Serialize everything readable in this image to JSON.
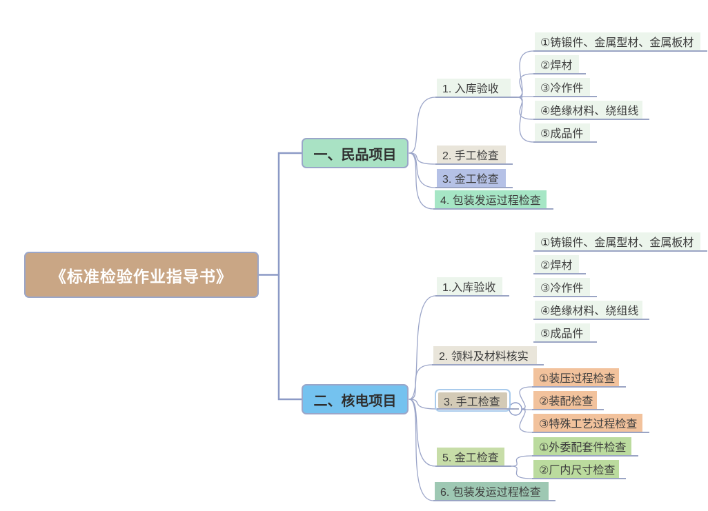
{
  "mindmap": {
    "title": "标准检验作业指导书 思维导图",
    "collapse_handle": {
      "state": "expanded",
      "symbol": "−"
    },
    "colors": {
      "root_fill": "#c9a685",
      "branch_civil_fill": "#a9e2c4",
      "branch_nuclear_fill": "#74c2ef",
      "pale_green_fill": "#ecf5ec",
      "warm_gray_fill": "#e9e5da",
      "periwinkle_fill": "#b5c1e6",
      "mint_fill": "#a6e6c5",
      "khaki_fill": "#d3cab6",
      "orange_fill": "#f2c29c",
      "sage_fill": "#c7dda8",
      "light_green_fill": "#bbdb9e",
      "teal_fill": "#9ec8b3",
      "border": "#9aa6c9",
      "wire": "#9aa4c8",
      "trunk": "#8c9ac6",
      "selection": "#a9cbec"
    },
    "nodes": [
      {
        "id": "root",
        "kind": "root",
        "parent": null,
        "label": "《标准检验作业指导书》",
        "fill": "#c9a685"
      },
      {
        "id": "b1",
        "kind": "branch",
        "parent": "root",
        "label": "一、民品项目",
        "fill": "#a9e2c4"
      },
      {
        "id": "b2",
        "kind": "branch",
        "parent": "root",
        "label": "二、核电项目",
        "fill": "#74c2ef"
      },
      {
        "id": "c1",
        "kind": "leaf",
        "parent": "b1",
        "label": "1. 入库验收",
        "fill": "#ecf5ec"
      },
      {
        "id": "c2",
        "kind": "leaf",
        "parent": "b1",
        "label": "2. 手工检查",
        "fill": "#e9e5da"
      },
      {
        "id": "c3",
        "kind": "leaf",
        "parent": "b1",
        "label": "3. 金工检查",
        "fill": "#b5c1e6"
      },
      {
        "id": "c4",
        "kind": "leaf",
        "parent": "b1",
        "label": "4. 包装发运过程检查",
        "fill": "#a6e6c5"
      },
      {
        "id": "g1",
        "kind": "leaf",
        "parent": "c1",
        "label": "①铸锻件、金属型材、金属板材",
        "fill": "#ecf5ec"
      },
      {
        "id": "g2",
        "kind": "leaf",
        "parent": "c1",
        "label": "②焊材",
        "fill": "#ecf5ec"
      },
      {
        "id": "g3",
        "kind": "leaf",
        "parent": "c1",
        "label": "③冷作件",
        "fill": "#ecf5ec"
      },
      {
        "id": "g4",
        "kind": "leaf",
        "parent": "c1",
        "label": "④绝缘材料、绕组线",
        "fill": "#ecf5ec"
      },
      {
        "id": "g5",
        "kind": "leaf",
        "parent": "c1",
        "label": "⑤成品件",
        "fill": "#ecf5ec"
      },
      {
        "id": "n1",
        "kind": "leaf",
        "parent": "b2",
        "label": "1.入库验收",
        "fill": "#ecf5ec"
      },
      {
        "id": "n2",
        "kind": "leaf",
        "parent": "b2",
        "label": "2. 领料及材料核实",
        "fill": "#e9e5da"
      },
      {
        "id": "n3",
        "kind": "leaf",
        "parent": "b2",
        "label": "3. 手工检查",
        "fill": "#d3cab6",
        "selected": true
      },
      {
        "id": "n5",
        "kind": "leaf",
        "parent": "b2",
        "label": "5. 金工检查",
        "fill": "#c7dda8"
      },
      {
        "id": "n6",
        "kind": "leaf",
        "parent": "b2",
        "label": "6. 包装发运过程检查",
        "fill": "#9ec8b3"
      },
      {
        "id": "m1",
        "kind": "leaf",
        "parent": "n1",
        "label": "①铸锻件、金属型材、金属板材",
        "fill": "#ecf5ec"
      },
      {
        "id": "m2",
        "kind": "leaf",
        "parent": "n1",
        "label": "②焊材",
        "fill": "#ecf5ec"
      },
      {
        "id": "m3",
        "kind": "leaf",
        "parent": "n1",
        "label": "③冷作件",
        "fill": "#ecf5ec"
      },
      {
        "id": "m4",
        "kind": "leaf",
        "parent": "n1",
        "label": "④绝缘材料、绕组线",
        "fill": "#ecf5ec"
      },
      {
        "id": "m5",
        "kind": "leaf",
        "parent": "n1",
        "label": "⑤成品件",
        "fill": "#ecf5ec"
      },
      {
        "id": "h1",
        "kind": "leaf",
        "parent": "n3",
        "label": "①装压过程检查",
        "fill": "#f2c29c"
      },
      {
        "id": "h2",
        "kind": "leaf",
        "parent": "n3",
        "label": "②装配检查",
        "fill": "#f2c29c"
      },
      {
        "id": "h3",
        "kind": "leaf",
        "parent": "n3",
        "label": "③特殊工艺过程检查",
        "fill": "#f2c29c"
      },
      {
        "id": "k1",
        "kind": "leaf",
        "parent": "n5",
        "label": "①外委配套件检查",
        "fill": "#bbdb9e"
      },
      {
        "id": "k2",
        "kind": "leaf",
        "parent": "n5",
        "label": "②厂内尺寸检查",
        "fill": "#bbdb9e"
      }
    ]
  }
}
